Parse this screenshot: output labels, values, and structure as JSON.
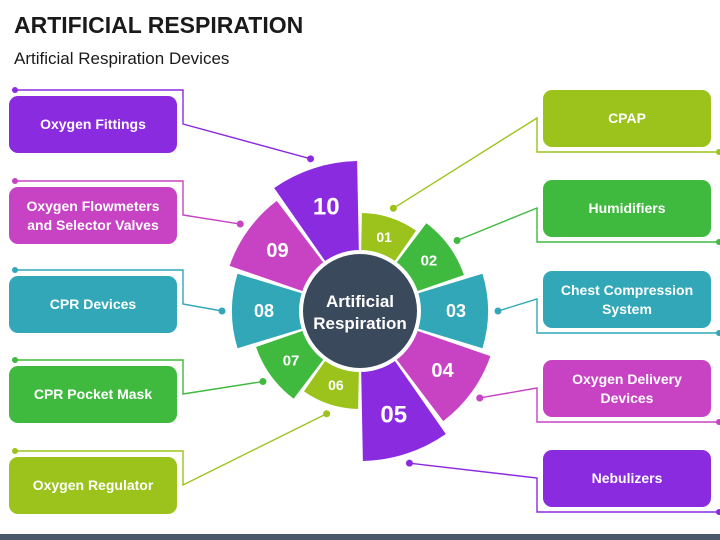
{
  "title": "ARTIFICIAL RESPIRATION",
  "subtitle": "Artificial Respiration Devices",
  "center_label": "Artificial Respiration",
  "colors": {
    "lime": "#9bc31c",
    "green": "#3fba3f",
    "teal": "#31a7b8",
    "magenta": "#c743c4",
    "purple": "#8b2be0",
    "center": "#3a4a5c"
  },
  "segments": [
    {
      "num": "01",
      "label": "CPAP",
      "color": "#9bc31c"
    },
    {
      "num": "02",
      "label": "Humidifiers",
      "color": "#3fba3f"
    },
    {
      "num": "03",
      "label": "Chest Compression System",
      "color": "#31a7b8"
    },
    {
      "num": "04",
      "label": "Oxygen Delivery Devices",
      "color": "#c743c4"
    },
    {
      "num": "05",
      "label": "Nebulizers",
      "color": "#8b2be0"
    },
    {
      "num": "06",
      "label": "Oxygen Regulator",
      "color": "#9bc31c"
    },
    {
      "num": "07",
      "label": "CPR Pocket Mask",
      "color": "#3fba3f"
    },
    {
      "num": "08",
      "label": "CPR Devices",
      "color": "#31a7b8"
    },
    {
      "num": "09",
      "label": "Oxygen Flowmeters and Selector Valves",
      "color": "#c743c4"
    },
    {
      "num": "10",
      "label": "Oxygen Fittings",
      "color": "#8b2be0"
    }
  ]
}
